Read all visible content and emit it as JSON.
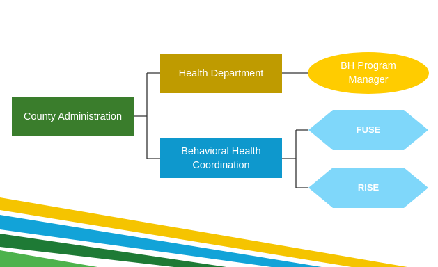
{
  "nodes": {
    "county_admin": "County Administration",
    "health_department": "Health Department",
    "behavioral_health": "Behavioral Health Coordination",
    "bh_program_manager": "BH Program Manager",
    "fuse": "FUSE",
    "rise": "RISE"
  },
  "colors": {
    "county_admin": "#3a7d2c",
    "health_department": "#bf9b00",
    "behavioral_health": "#0e98cd",
    "bh_program_manager": "#ffcc00",
    "diamonds": "#7fd7fa",
    "connector": "#333333",
    "stripes": [
      "#f5c400",
      "#12a3d8",
      "#1e7a35",
      "#4db24c"
    ]
  }
}
